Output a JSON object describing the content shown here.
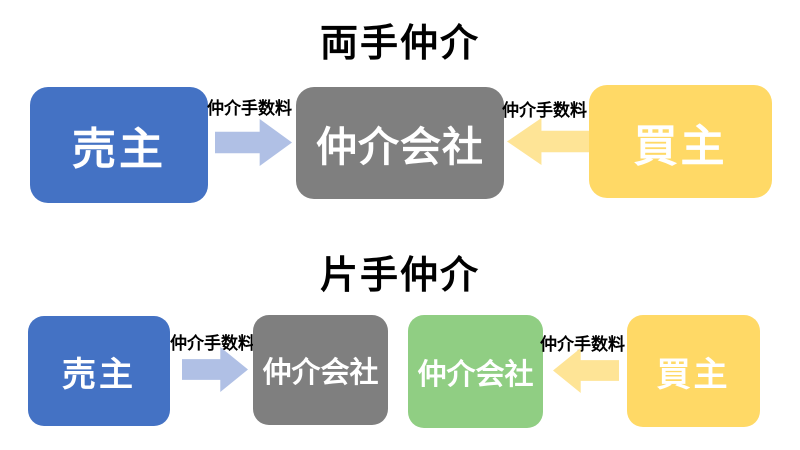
{
  "sections": [
    {
      "title": "両手仲介",
      "nodes": [
        {
          "id": "seller",
          "label": "売主",
          "color": "#4472C4"
        },
        {
          "id": "broker",
          "label": "仲介会社",
          "color": "#7F7F7F"
        },
        {
          "id": "buyer",
          "label": "買主",
          "color": "#FFD966"
        }
      ],
      "arrows": [
        {
          "label": "仲介手数料",
          "direction": "right",
          "from": "seller",
          "to": "broker",
          "color": "#B0C0E5"
        },
        {
          "label": "仲介手数料",
          "direction": "left",
          "from": "buyer",
          "to": "broker",
          "color": "#FEE496"
        }
      ]
    },
    {
      "title": "片手仲介",
      "nodes": [
        {
          "id": "seller",
          "label": "売主",
          "color": "#4472C4"
        },
        {
          "id": "broker-seller-side",
          "label": "仲介会社",
          "color": "#7F7F7F"
        },
        {
          "id": "broker-buyer-side",
          "label": "仲介会社",
          "color": "#90CE83"
        },
        {
          "id": "buyer",
          "label": "買主",
          "color": "#FFD966"
        }
      ],
      "arrows": [
        {
          "label": "仲介手数料",
          "direction": "right",
          "from": "seller",
          "to": "broker-seller-side",
          "color": "#B0C0E5"
        },
        {
          "label": "仲介手数料",
          "direction": "left",
          "from": "buyer",
          "to": "broker-buyer-side",
          "color": "#FEE496"
        }
      ]
    }
  ],
  "colors": {
    "background": "#FFFFFF",
    "seller_box": "#4472C4",
    "broker_box_gray": "#7F7F7F",
    "broker_box_green": "#90CE83",
    "buyer_box": "#FFD966",
    "arrow_blue": "#B0C0E5",
    "arrow_yellow": "#FEE496",
    "box_text": "#FFFFFF",
    "title_text": "#000000"
  }
}
